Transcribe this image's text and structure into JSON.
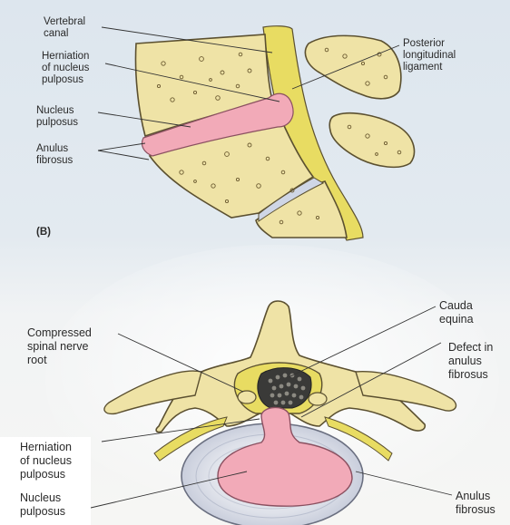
{
  "panel_b": {
    "panel_label": "(B)",
    "labels": {
      "vertebral_canal": "Vertebral\ncanal",
      "herniation": "Herniation\nof nucleus\npulposus",
      "nucleus": "Nucleus\npulposus",
      "anulus": "Anulus\nfibrosus",
      "posterior_ligament": "Posterior\nlongitudinal\nligament"
    }
  },
  "panel_c": {
    "labels": {
      "compressed_root": "Compressed\nspinal nerve\nroot",
      "cauda_equina": "Cauda\nequina",
      "defect": "Defect in\nanulus\nfibrosus",
      "herniation": "Herniation\nof nucleus\npulposus",
      "nucleus": "Nucleus\npulposus",
      "anulus": "Anulus\nfibrosus"
    }
  },
  "colors": {
    "bone": "#efe3a6",
    "bone_outline": "#5b5030",
    "nucleus_pink": "#f2aab8",
    "ligament_yellow": "#e8dc62",
    "disc_blue": "#cfd6e6"
  }
}
